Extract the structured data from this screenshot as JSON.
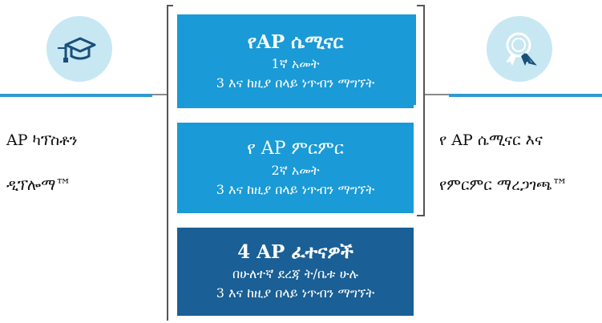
{
  "left": {
    "icon": "graduation-cap-icon",
    "label_line1": "AP ካፕስቶን",
    "label_line2": "ዲፕሎማ™"
  },
  "right": {
    "icon": "award-ribbon-icon",
    "label_line1": "የ AP ሴሚናር እና",
    "label_line2": "የምርምር ማረጋገጫ™"
  },
  "boxes": [
    {
      "title": "የAP ሴሚናር",
      "line1": "1ኛ አመት",
      "line2": "3 እና ከዚያ በላይ ነጥብን ማግኘት"
    },
    {
      "title": "የ AP ምርምር",
      "line1": "2ኛ አመት",
      "line2": "3 እና ከዚያ በላይ ነጥብን ማግኘት"
    },
    {
      "title": "4 AP ፈተናዎች",
      "line1": "በሁለተኛ ደረጃ ት/ቤቱ ሁሉ",
      "line2": "3 እና ከዚያ በላይ ነጥብን ማግኘት"
    }
  ],
  "colors": {
    "box_light": "#1a9ad6",
    "box_dark": "#1a5f95",
    "icon_circle": "#c7e7f3",
    "accent_line": "#2e9bd0"
  }
}
